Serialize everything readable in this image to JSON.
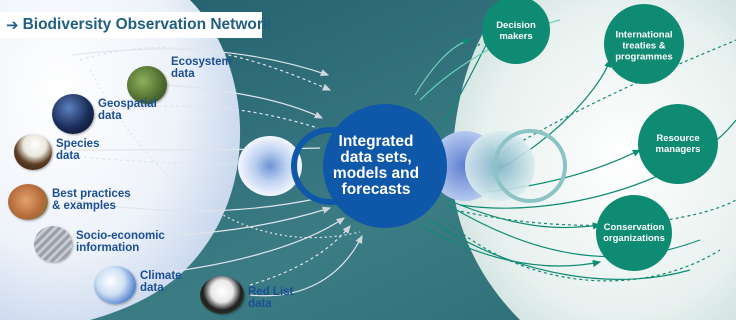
{
  "banner": {
    "title": "Biodiversity Observation Network"
  },
  "center": {
    "label": "Integrated\ndata sets,\nmodels and\nforecasts"
  },
  "sources": [
    {
      "label": "Ecosystem\ndata"
    },
    {
      "label": "Geospatial\ndata"
    },
    {
      "label": "Species\ndata"
    },
    {
      "label": "Best practices\n& examples"
    },
    {
      "label": "Socio-economic\ninformation"
    },
    {
      "label": "Climate\ndata"
    },
    {
      "label": "Red List\ndata"
    }
  ],
  "outputs": [
    {
      "label": "Decision\nmakers"
    },
    {
      "label": "International\ntreaties &\nprogrammes"
    },
    {
      "label": "Resource\nmanagers"
    },
    {
      "label": "Conservation\norganizations"
    }
  ],
  "colors": {
    "teal_bg": "#2f6d76",
    "node_green": "#0f8a73",
    "center_blue": "#0f57a8",
    "label_blue": "#1b4f93"
  }
}
